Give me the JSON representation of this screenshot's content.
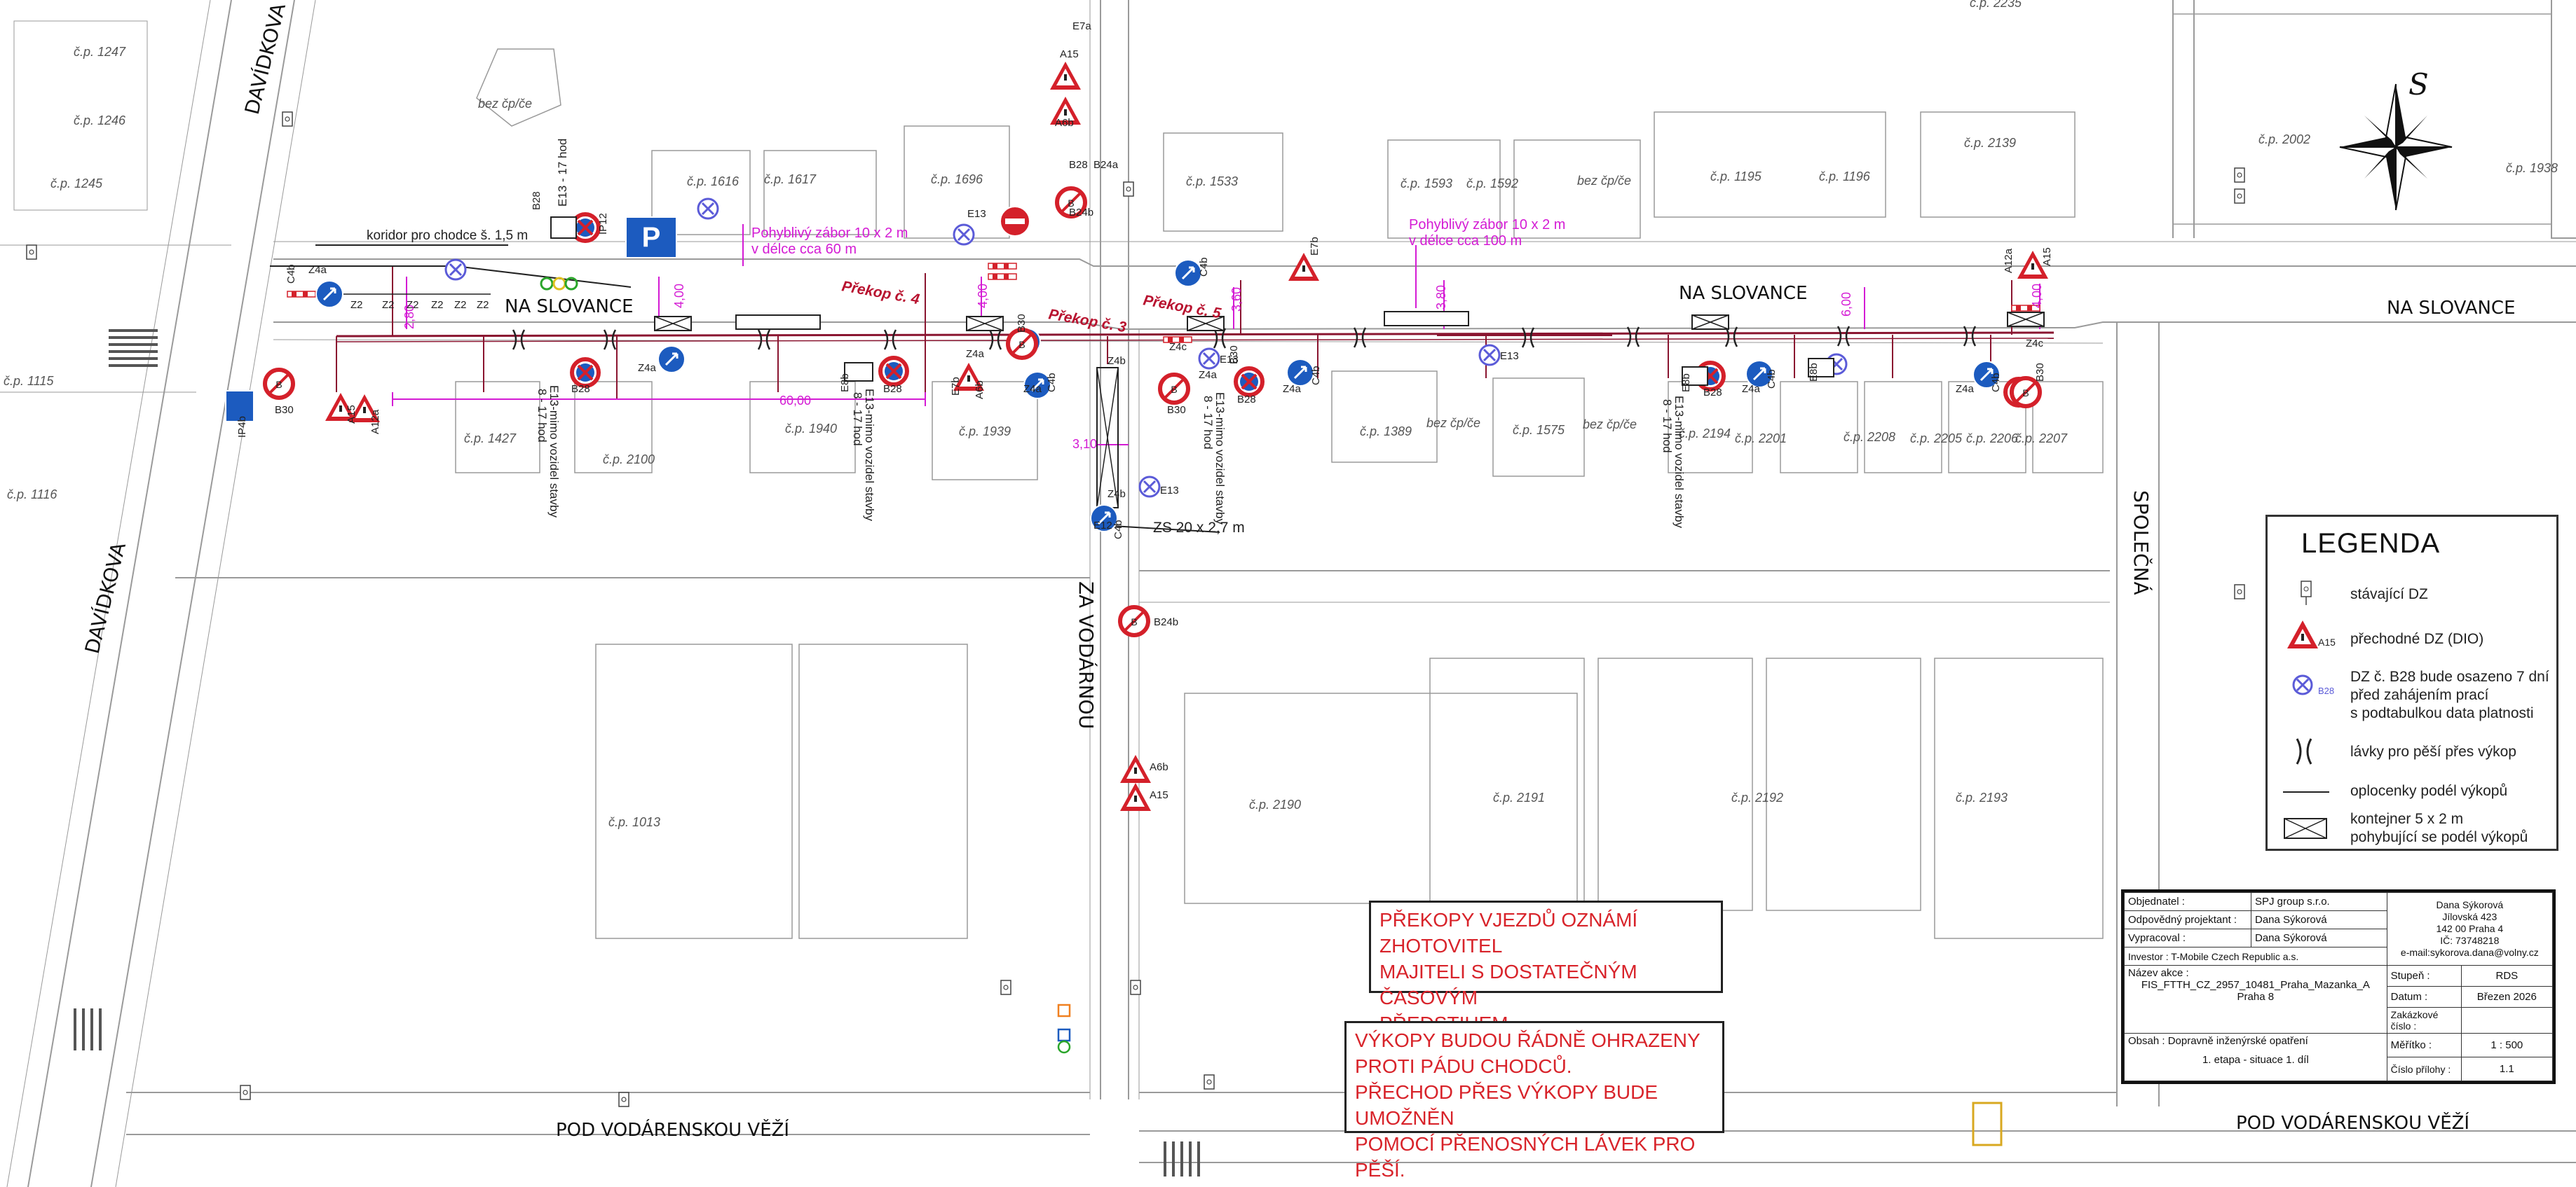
{
  "streets": {
    "davidkova_top": "DAVÍDKOVA",
    "davidkova_bottom": "DAVÍDKOVA",
    "na_slovance_1": "NA SLOVANCE",
    "na_slovance_2": "NA SLOVANCE",
    "na_slovance_3": "NA SLOVANCE",
    "za_vodarnou": "ZA VODÁRNOU",
    "spolecna": "SPOLEČNÁ",
    "pod_vodarenskou_1": "POD VODÁRENSKOU VĚŽÍ",
    "pod_vodarenskou_2": "POD VODÁRENSKOU VĚŽÍ"
  },
  "buildings": [
    "č.p. 1247",
    "č.p. 1246",
    "č.p. 1245",
    "č.p. 1115",
    "č.p. 1116",
    "bez čp/če",
    "č.p. 1616",
    "č.p. 1617",
    "č.p. 1696",
    "č.p. 1533",
    "č.p. 1593",
    "č.p. 1592",
    "bez čp/če",
    "č.p. 1195",
    "č.p. 1196",
    "č.p. 2139",
    "č.p. 2002",
    "č.p. 1938",
    "č.p. 1427",
    "č.p. 2100",
    "č.p. 1940",
    "č.p. 1939",
    "č.p. 1389",
    "bez čp/če",
    "č.p. 1575",
    "bez čp/če",
    "č.p. 2194",
    "č.p. 2201",
    "č.p. 2208",
    "č.p. 2205",
    "č.p. 2206",
    "č.p. 2207",
    "č.p. 1013",
    "č.p. 2190",
    "č.p. 2191",
    "č.p. 2192",
    "č.p. 2193",
    "č.p. 2235"
  ],
  "annotations": {
    "koridor": "koridor pro chodce š. 1,5 m",
    "zabor1_line1": "Pohyblivý zábor 10 x 2 m",
    "zabor1_line2": "v délce cca 60 m",
    "zabor2_line1": "Pohyblivý zábor 10 x 2 m",
    "zabor2_line2": "v délce cca 100 m",
    "prekop3": "Překop č. 3",
    "prekop4": "Překop č. 4",
    "prekop5": "Překop č. 5",
    "zs": "ZS 20 x 2,7 m",
    "dim_60": "60,00",
    "dim_400a": "4,00",
    "dim_400b": "4,00",
    "dim_400c": "4,00",
    "dim_360": "3,60",
    "dim_380": "3,80",
    "dim_600": "6,00",
    "dim_310": "3,10",
    "dim_280": "2,80",
    "e13_text": "E13-mimo vozidel stavby",
    "e13_time": "8 - 17 hod",
    "e13_short": "E13 - 17 hod"
  },
  "signs": [
    "B28",
    "B28",
    "B28",
    "B28",
    "B28",
    "B28",
    "E13",
    "E13",
    "E13",
    "E13",
    "E8b",
    "E8b",
    "E8b",
    "C4b",
    "C4b",
    "C4b",
    "C4b",
    "C4b",
    "C4b",
    "C4b",
    "A15",
    "A15",
    "A15",
    "A15",
    "A12a",
    "A12a",
    "A6b",
    "A6b",
    "A6b",
    "E7b",
    "E7b",
    "B24b",
    "B24b",
    "B24a",
    "B30",
    "B30",
    "B30",
    "B30",
    "B30",
    "IP4b",
    "IP12",
    "Z2",
    "Z2",
    "Z2",
    "Z2",
    "Z2",
    "Z2",
    "Z4a",
    "Z4a",
    "Z4a",
    "Z4a",
    "Z4a",
    "Z4a",
    "Z4a",
    "Z4a",
    "Z4b",
    "Z4b",
    "Z4c",
    "Z4c",
    "E12",
    "E7a"
  ],
  "notes": {
    "note1": [
      "PŘEKOPY VJEZDŮ OZNÁMÍ ZHOTOVITEL",
      "MAJITELI S DOSTATEČNÝM ČASOVÝM",
      "PŘEDSTIHEM."
    ],
    "note2": [
      "VÝKOPY BUDOU ŘÁDNĚ OHRAZENY",
      "PROTI PÁDU CHODCŮ.",
      "PŘECHOD PŘES VÝKOPY BUDE UMOŽNĚN",
      "POMOCÍ PŘENOSNÝCH LÁVEK PRO PĚŠÍ."
    ]
  },
  "legend": {
    "title": "LEGENDA",
    "items": [
      {
        "icon": "existing-sign-icon",
        "text": "stávající DZ"
      },
      {
        "icon": "temporary-sign-icon",
        "code": "A15",
        "text": "přechodné DZ (DIO)"
      },
      {
        "icon": "b28-sign-icon",
        "code": "B28",
        "text": "DZ č. B28 bude osazeno 7 dní\npřed zahájením prací\ns podtabulkou data platnosti"
      },
      {
        "icon": "footbridge-icon",
        "text": "lávky pro pěší přes výkop"
      },
      {
        "icon": "fence-line-icon",
        "text": "oplocenky podél výkopů"
      },
      {
        "icon": "container-icon",
        "text": "kontejner 5 x 2 m\npohybující se podél výkopů"
      }
    ]
  },
  "title_block": {
    "objednatel_label": "Objednatel :",
    "objednatel": "SPJ group s.r.o.",
    "projektant_label": "Odpovědný projektant :",
    "projektant": "Dana Sýkorová",
    "vypracoval_label": "Vypracoval :",
    "vypracoval": "Dana Sýkorová",
    "investor_label": "Investor :",
    "investor": "T-Mobile Czech Republic a.s.",
    "contact": [
      "Dana Sýkorová",
      "Jílovská 423",
      "142 00 Praha 4",
      "IČ: 73748218",
      "e-mail:sykorova.dana@volny.cz"
    ],
    "nazev_label": "Název akce :",
    "nazev": "FIS_FTTH_CZ_2957_10481_Praha_Mazanka_A",
    "nazev2": "Praha 8",
    "stupen_label": "Stupeň :",
    "stupen": "RDS",
    "datum_label": "Datum :",
    "datum": "Březen 2026",
    "zakazkove_label": "Zakázkové číslo :",
    "zakazkove": "",
    "obsah_label": "Obsah : Dopravně inženýrské opatření",
    "obsah": "1. etapa - situace 1. díl",
    "meritko_label": "Měřítko :",
    "meritko": "1 : 500",
    "priloha_label": "Číslo přílohy :",
    "priloha": "1.1"
  },
  "north": "S",
  "colors": {
    "trench": "#8a1530",
    "magenta": "#d41bd4",
    "sign_red": "#d4202a",
    "sign_blue": "#1c5bbf",
    "note_red": "#d8232a"
  }
}
